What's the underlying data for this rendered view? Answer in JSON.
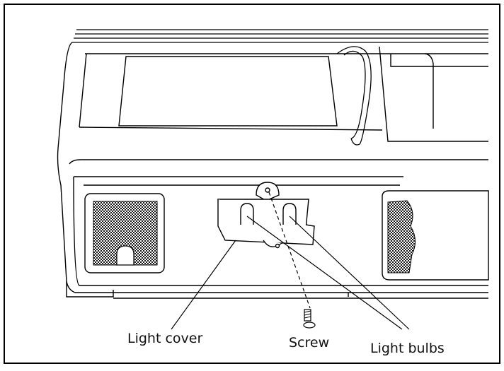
{
  "diagram": {
    "labels": {
      "light_cover": "Light cover",
      "screw": "Screw",
      "light_bulbs": "Light bulbs"
    }
  }
}
